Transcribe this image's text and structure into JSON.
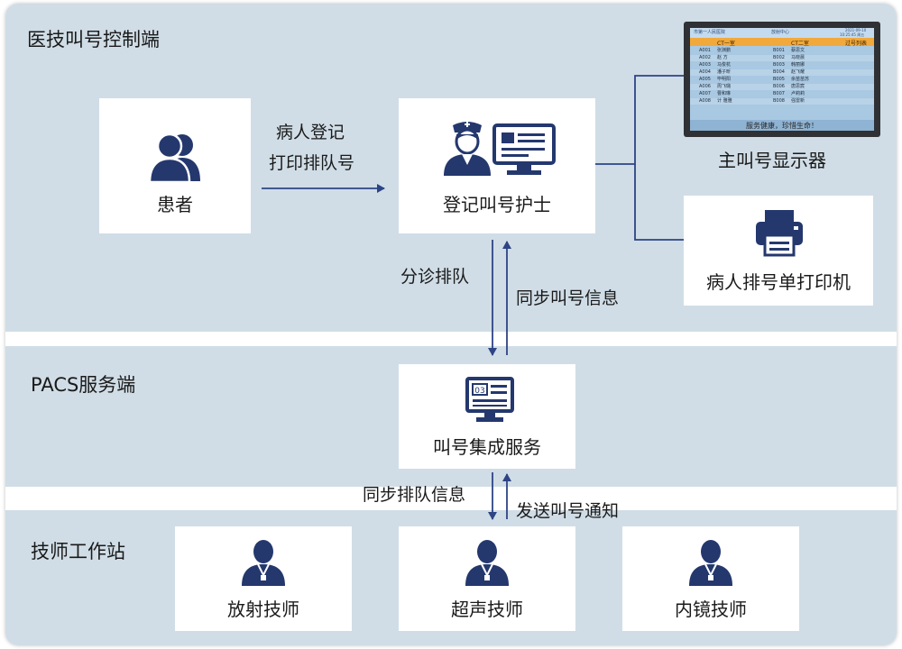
{
  "sections": {
    "top": "医技叫号控制端",
    "middle": "PACS服务端",
    "bottom": "技师工作站"
  },
  "nodes": {
    "patient": "患者",
    "nurse": "登记叫号护士",
    "monitor": "主叫号显示器",
    "printer": "病人排号单打印机",
    "service": "叫号集成服务",
    "tech1": "放射技师",
    "tech2": "超声技师",
    "tech3": "内镜技师"
  },
  "edges": {
    "patient_nurse_line1": "病人登记",
    "patient_nurse_line2": "打印排队号",
    "triage": "分诊排队",
    "sync_call": "同步叫号信息",
    "sync_queue": "同步排队信息",
    "send_call": "发送叫号通知"
  },
  "display_screen": {
    "top_left": "市第一人民医院",
    "top_center": "放射中心",
    "top_right_1": "2021-09-10",
    "top_right_2": "10:25:45 周五",
    "col1": "CT一室",
    "col2": "CT二室",
    "col3": "过号列表",
    "rows": [
      [
        "A001",
        "张渊鹏",
        "B001",
        "蔡思文"
      ],
      [
        "A002",
        "赵  方",
        "B002",
        "马晓晨"
      ],
      [
        "A003",
        "马俊杭",
        "B003",
        "韩丽娜"
      ],
      [
        "A004",
        "潘子昕",
        "B004",
        "赵飞耀"
      ],
      [
        "A005",
        "毕明阳",
        "B005",
        "余苗苗苏"
      ],
      [
        "A006",
        "周飞璐",
        "B006",
        "唐思宸"
      ],
      [
        "A007",
        "曹和琳",
        "B007",
        "卢莉莉"
      ],
      [
        "A008",
        "计  雅雅",
        "B008",
        "强雷新"
      ]
    ],
    "footer": "服务健康，珍惜生命！"
  },
  "colors": {
    "band": "#d0dde6",
    "icon": "#24386e",
    "arrow": "#2d4485",
    "screen_header": "#f2a93b"
  }
}
